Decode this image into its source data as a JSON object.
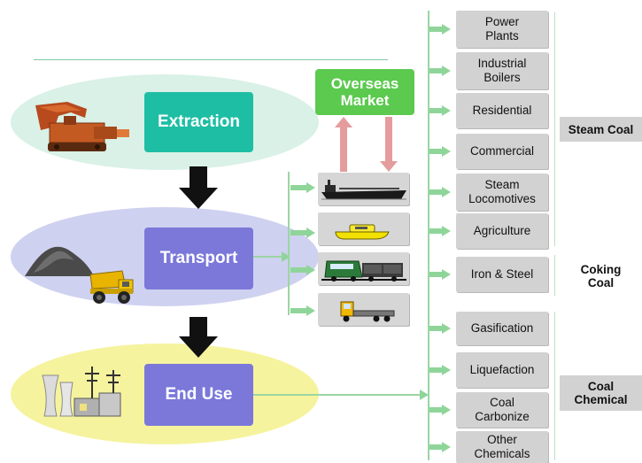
{
  "colors": {
    "extraction": "#1ebea4",
    "transport": "#7b78da",
    "end_use": "#7b78da",
    "overseas": "#5cc94f",
    "flow_arrow": "#8fd59a",
    "overseas_arrow": "#e59c9c",
    "box": "#d2d2d2"
  },
  "stages": {
    "extraction": "Extraction",
    "transport": "Transport",
    "end_use": "End Use"
  },
  "overseas_market": "Overseas Market",
  "transport_modes": [
    {
      "icon": "ship-icon"
    },
    {
      "icon": "barge-icon"
    },
    {
      "icon": "train-icon"
    },
    {
      "icon": "truck-icon"
    }
  ],
  "end_uses": [
    {
      "line1": "Power",
      "line2": "Plants"
    },
    {
      "line1": "Industrial",
      "line2": "Boilers"
    },
    {
      "line1": "Residential",
      "line2": ""
    },
    {
      "line1": "Commercial",
      "line2": ""
    },
    {
      "line1": "Steam",
      "line2": "Locomotives"
    },
    {
      "line1": "Agriculture",
      "line2": ""
    },
    {
      "line1": "Iron & Steel",
      "line2": ""
    },
    {
      "line1": "Gasification",
      "line2": ""
    },
    {
      "line1": "Liquefaction",
      "line2": ""
    },
    {
      "line1": "Coal",
      "line2": "Carbonize"
    },
    {
      "line1": "Other",
      "line2": "Chemicals"
    }
  ],
  "categories": {
    "steam": "Steam Coal",
    "coking_line1": "Coking",
    "coking_line2": "Coal",
    "chemical_line1": "Coal",
    "chemical_line2": "Chemical"
  },
  "icons": {
    "excavator": "excavator-icon",
    "coal_pile": "coal-pile-icon",
    "dump_truck": "dump-truck-icon",
    "power_plant": "power-plant-icon"
  }
}
